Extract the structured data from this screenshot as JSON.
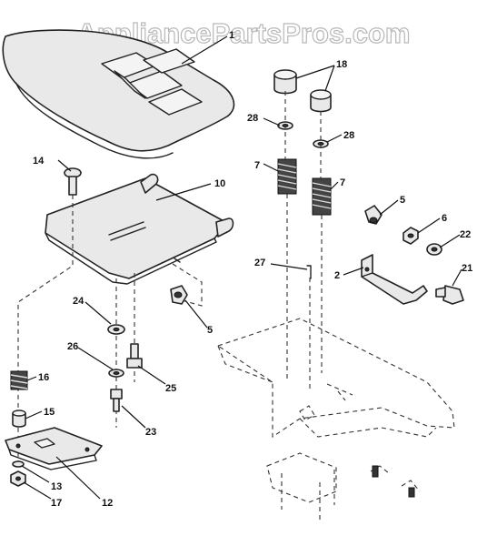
{
  "watermark": "AppliancePartsPros.com",
  "callouts": {
    "seat": "1",
    "spacer_18": "18",
    "washer_28a": "28",
    "washer_28b": "28",
    "spring_7a": "7",
    "spring_7b": "7",
    "bolt_14": "14",
    "seat_pan_10": "10",
    "knob_5a": "5",
    "nut_6": "6",
    "washer_22": "22",
    "pin_27": "27",
    "bracket_2": "2",
    "bolt_21": "21",
    "washer_24": "24",
    "knob_5b": "5",
    "washer_26": "26",
    "spring_16": "16",
    "bolt_25": "25",
    "spacer_15": "15",
    "bolt_23": "23",
    "nut_13": "13",
    "slide_12": "12",
    "nut_17": "17"
  }
}
